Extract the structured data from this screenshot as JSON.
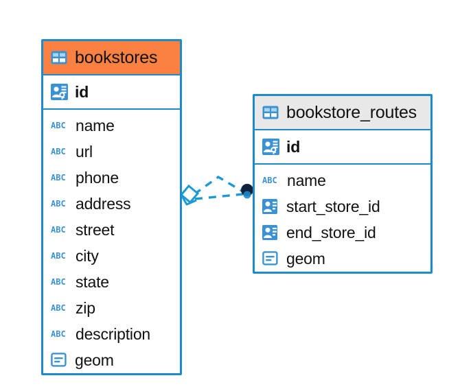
{
  "diagram": {
    "type": "entity-relationship-diagram",
    "background": "#ffffff",
    "colors": {
      "border_blue": "#1b8bcb",
      "header_orange": "#fa8142",
      "header_grey": "#e8e8e8",
      "icon_blue": "#3a92d2",
      "connector_blue": "#1b9ad6",
      "endpoint_dark": "#10233a",
      "text": "#111111"
    }
  },
  "entities": [
    {
      "name": "bookstores",
      "header_icon": "table-grid-icon",
      "header_style": "orange",
      "primary_keys": [
        {
          "name": "id",
          "icon": "primary-key-icon"
        }
      ],
      "fields": [
        {
          "name": "name",
          "icon": "abc-text-icon",
          "icon_text": "ABC"
        },
        {
          "name": "url",
          "icon": "abc-text-icon",
          "icon_text": "ABC"
        },
        {
          "name": "phone",
          "icon": "abc-text-icon",
          "icon_text": "ABC"
        },
        {
          "name": "address",
          "icon": "abc-text-icon",
          "icon_text": "ABC"
        },
        {
          "name": "street",
          "icon": "abc-text-icon",
          "icon_text": "ABC"
        },
        {
          "name": "city",
          "icon": "abc-text-icon",
          "icon_text": "ABC"
        },
        {
          "name": "state",
          "icon": "abc-text-icon",
          "icon_text": "ABC"
        },
        {
          "name": "zip",
          "icon": "abc-text-icon",
          "icon_text": "ABC"
        },
        {
          "name": "description",
          "icon": "abc-text-icon",
          "icon_text": "ABC"
        },
        {
          "name": "geom",
          "icon": "geometry-icon",
          "icon_text": ""
        }
      ]
    },
    {
      "name": "bookstore_routes",
      "header_icon": "table-grid-icon",
      "header_style": "grey",
      "primary_keys": [
        {
          "name": "id",
          "icon": "primary-key-icon"
        }
      ],
      "fields": [
        {
          "name": "name",
          "icon": "abc-text-icon",
          "icon_text": "ABC"
        },
        {
          "name": "start_store_id",
          "icon": "foreign-key-icon",
          "icon_text": ""
        },
        {
          "name": "end_store_id",
          "icon": "foreign-key-icon",
          "icon_text": ""
        },
        {
          "name": "geom",
          "icon": "geometry-icon",
          "icon_text": ""
        }
      ]
    }
  ],
  "relationship": {
    "style": "dashed",
    "source_endpoint": "crows-foot-diamond",
    "target_endpoint": "filled-circle"
  }
}
